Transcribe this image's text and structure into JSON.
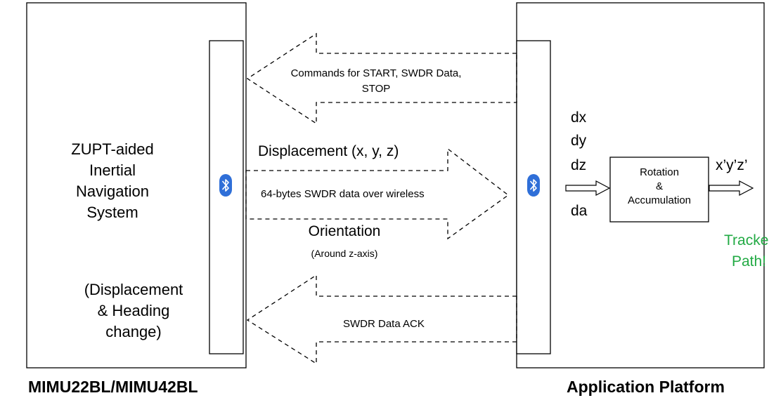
{
  "left_block": {
    "system_lines": [
      "ZUPT-aided",
      "Inertial",
      "Navigation",
      "System"
    ],
    "change_lines": [
      "(Displacement",
      "& Heading",
      "change)"
    ],
    "bottom_label": "MIMU22BL/MIMU42BL"
  },
  "right_block": {
    "bottom_label": "Application Platform",
    "inputs": [
      "dx",
      "dy",
      "dz",
      "da"
    ],
    "processor_lines": [
      "Rotation",
      "&",
      "Accumulation"
    ],
    "output": "x’y’z’",
    "tracked_lines": [
      "Tracked",
      "Path!"
    ]
  },
  "arrows": {
    "commands_lines": [
      "Commands for START, SWDR Data,",
      "STOP"
    ],
    "displacement": "Displacement (x, y, z)",
    "swdr_data": "64-bytes SWDR data over wireless",
    "orientation": "Orientation",
    "orientation_sub": "(Around z-axis)",
    "ack": "SWDR Data ACK"
  },
  "colors": {
    "tracked": "#22aa44",
    "bluetooth": "#2f6fd8"
  },
  "icons": [
    "bluetooth-icon",
    "bluetooth-icon"
  ]
}
